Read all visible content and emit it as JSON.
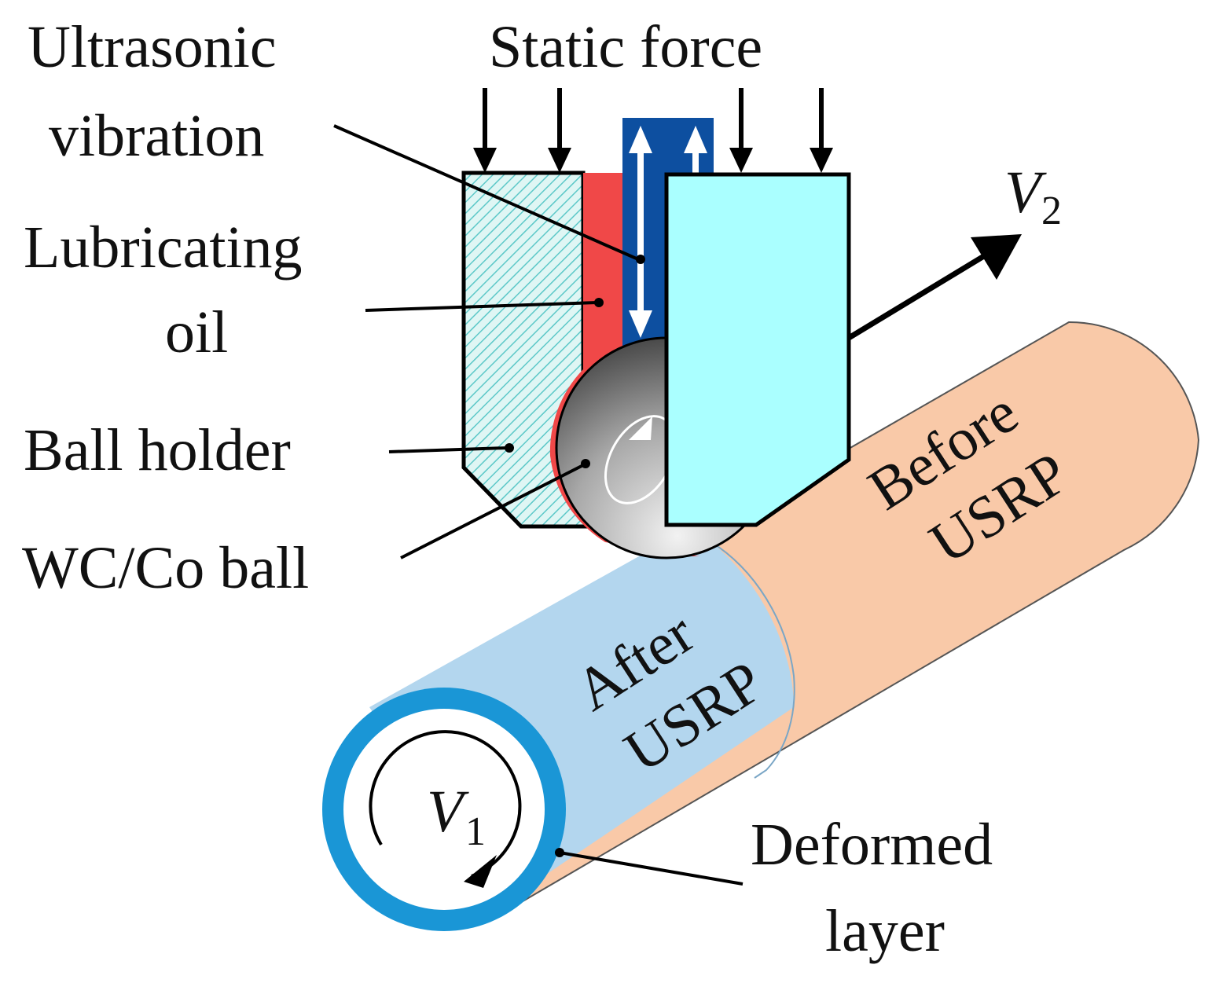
{
  "labels": {
    "ultrasonic_line1": "Ultrasonic",
    "ultrasonic_line2": "vibration",
    "static_force": "Static force",
    "lubricating_line1": "Lubricating",
    "lubricating_line2": "oil",
    "ball_holder": "Ball holder",
    "wc_co_ball": "WC/Co ball",
    "before_line1": "Before",
    "before_line2": "USRP",
    "after_line1": "After",
    "after_line2": "USRP",
    "deformed_line1": "Deformed",
    "deformed_line2": "layer",
    "v2_main": "V",
    "v2_sub": "2",
    "v1_main": "V",
    "v1_sub": "1"
  },
  "colors": {
    "holder_left_fill": "#dff6f4",
    "holder_hatch": "#5cc8c8",
    "holder_right_fill": "#aaffff",
    "oil_red": "#f04848",
    "vibration_blue": "#0d4fa0",
    "cylinder_before": "#f9c9a8",
    "cylinder_after": "#b3d6ee",
    "deformed_ring": "#1a96d6"
  }
}
